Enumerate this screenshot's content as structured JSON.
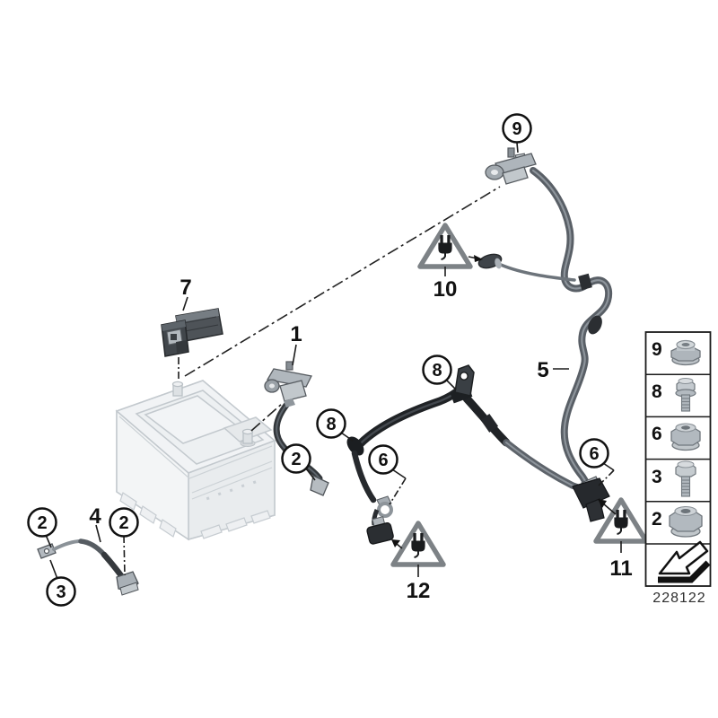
{
  "diagram": {
    "type": "parts-diagram",
    "subject": "battery-cable",
    "number": "228122"
  },
  "callouts": {
    "c1": "1",
    "c2": "2",
    "c3": "3",
    "c4": "4",
    "c5": "5",
    "c6": "6",
    "c7": "7",
    "c8": "8",
    "c9": "9",
    "c10": "10",
    "c11": "11",
    "c12": "12"
  },
  "legend": {
    "items": [
      {
        "num": "9",
        "icon": "lock-nut-icon"
      },
      {
        "num": "8",
        "icon": "flange-bolt-icon"
      },
      {
        "num": "6",
        "icon": "flange-nut-icon"
      },
      {
        "num": "3",
        "icon": "hex-bolt-icon"
      },
      {
        "num": "2",
        "icon": "flange-nut-large-icon"
      },
      {
        "num": "",
        "icon": "direction-arrow-icon"
      }
    ]
  },
  "colors": {
    "cable_dark": "#202326",
    "cable_gray": "#595f66",
    "warning_triangle": "#7d8286",
    "battery_outline": "#c3c9ce"
  }
}
